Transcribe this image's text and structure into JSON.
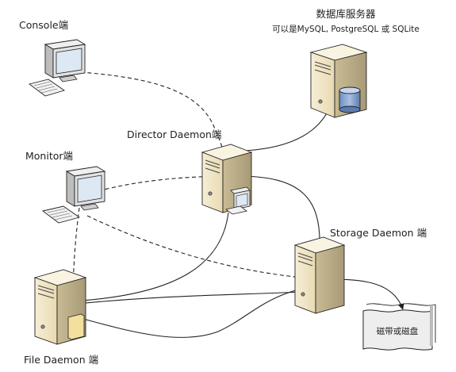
{
  "labels": {
    "console": "Console端",
    "db_title": "数据库服务器",
    "db_options": "可以是MySQL, PostgreSQL 或 SQLite",
    "director": "Director Daemon端",
    "monitor": "Monitor端",
    "storage": "Storage Daemon 端",
    "file": "File Daemon 端",
    "tape": "磁带或磁盘"
  },
  "colors": {
    "server_body": "#f1e6c8",
    "server_side": "#b8ab88",
    "server_top": "#f9f3e2",
    "monitor_screen": "#dce8f4",
    "db_cylinder": "#7d9cc9",
    "outline": "#222222"
  }
}
